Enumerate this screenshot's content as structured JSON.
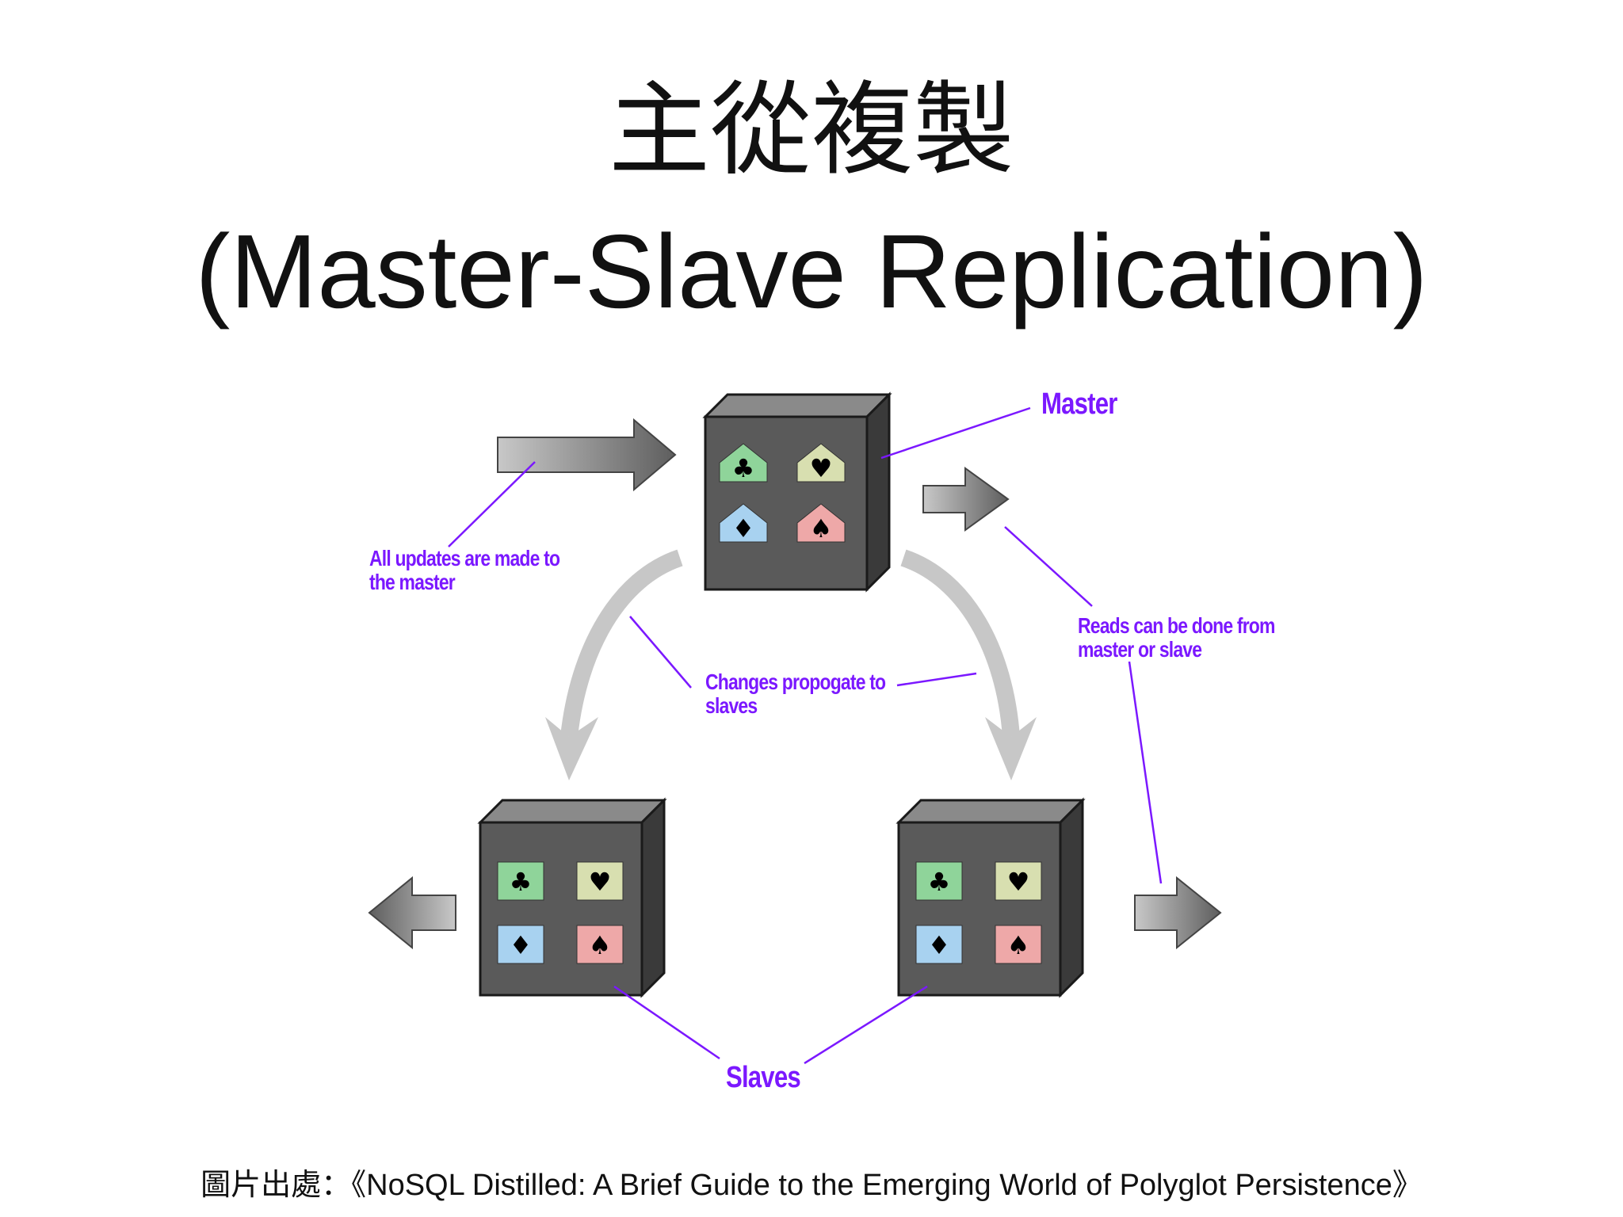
{
  "slide": {
    "title_zh": "主從複製",
    "title_en": "(Master-Slave Replication)",
    "caption": "圖片出處：《NoSQL Distilled: A Brief Guide to the Emerging World of Polyglot Persistence》"
  },
  "diagram": {
    "labels": {
      "master": "Master",
      "updates": "All updates are made to\nthe master",
      "reads": "Reads can be done from\nmaster or slave",
      "changes": "Changes propogate to\nslaves",
      "slaves": "Slaves"
    },
    "suits": [
      "♣",
      "♥",
      "♦",
      "♠"
    ],
    "colors": {
      "annotation": "#7b18ff",
      "server_face": "#5a5a5a",
      "club_bg": "#8fd49a",
      "heart_bg": "#d8dfb0",
      "diamond_bg": "#a8d2f0",
      "spade_bg": "#eea8a8"
    }
  }
}
